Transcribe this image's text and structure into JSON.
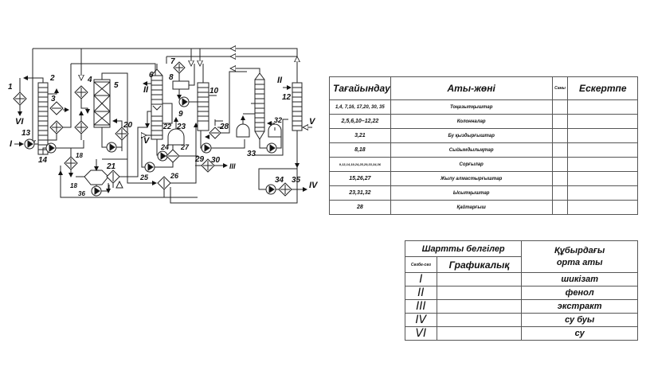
{
  "diagram": {
    "title": "Process flow scheme",
    "equipment_labels": [
      "1",
      "2",
      "3",
      "4",
      "5",
      "6",
      "7",
      "8",
      "9",
      "10",
      "12",
      "13",
      "14",
      "18",
      "18",
      "20",
      "21",
      "22",
      "23",
      "24",
      "25",
      "26",
      "27",
      "28",
      "29",
      "30",
      "32",
      "33",
      "34",
      "35",
      "36"
    ],
    "stream_labels": {
      "s_I": "I",
      "s_II_a": "II",
      "s_II_b": "II",
      "s_III": "III",
      "s_IV": "IV",
      "s_V_a": "V",
      "s_V_b": "V",
      "s_VI": "VI"
    }
  },
  "spec_table": {
    "headers": {
      "position": "Тағайындау",
      "name": "Аты-жөні",
      "qty": "Саны",
      "note": "Ескертпе"
    },
    "rows": [
      {
        "position": "1,4, 7,16, 17,20, 30, 35",
        "name": "Тоңазытқыштар",
        "qty": "",
        "note": ""
      },
      {
        "position": "2,5,6,10–12,22",
        "name": "Колонналар",
        "qty": "",
        "note": ""
      },
      {
        "position": "3,21",
        "name": "Бу қыздырғыштар",
        "qty": "",
        "note": ""
      },
      {
        "position": "8,18",
        "name": "Сыйымдылықтар",
        "qty": "",
        "note": ""
      },
      {
        "position": "9,13,14,19,24,25,29,33,34,36",
        "name": "Сорғылар",
        "qty": "",
        "note": ""
      },
      {
        "position": "15,26,27",
        "name": "Жылу алмастырғыштар",
        "qty": "",
        "note": ""
      },
      {
        "position": "23,31,32",
        "name": "Ысытқыштар",
        "qty": "",
        "note": ""
      },
      {
        "position": "28",
        "name": "Қайтарғыш",
        "qty": "",
        "note": ""
      }
    ]
  },
  "legend_table": {
    "header_group": "Шартты белгілер",
    "col_letter": "Сөзбе-сөз",
    "col_graphic": "Графикалық",
    "col_env": "Құбырдағы орта аты",
    "rows": [
      {
        "letter": "I",
        "graphic": "",
        "env": "шикізат"
      },
      {
        "letter": "II",
        "graphic": "",
        "env": "фенол"
      },
      {
        "letter": "III",
        "graphic": "",
        "env": "экстракт"
      },
      {
        "letter": "IV",
        "graphic": "",
        "env": "су буы"
      },
      {
        "letter": "VI",
        "graphic": "",
        "env": "су"
      }
    ]
  }
}
